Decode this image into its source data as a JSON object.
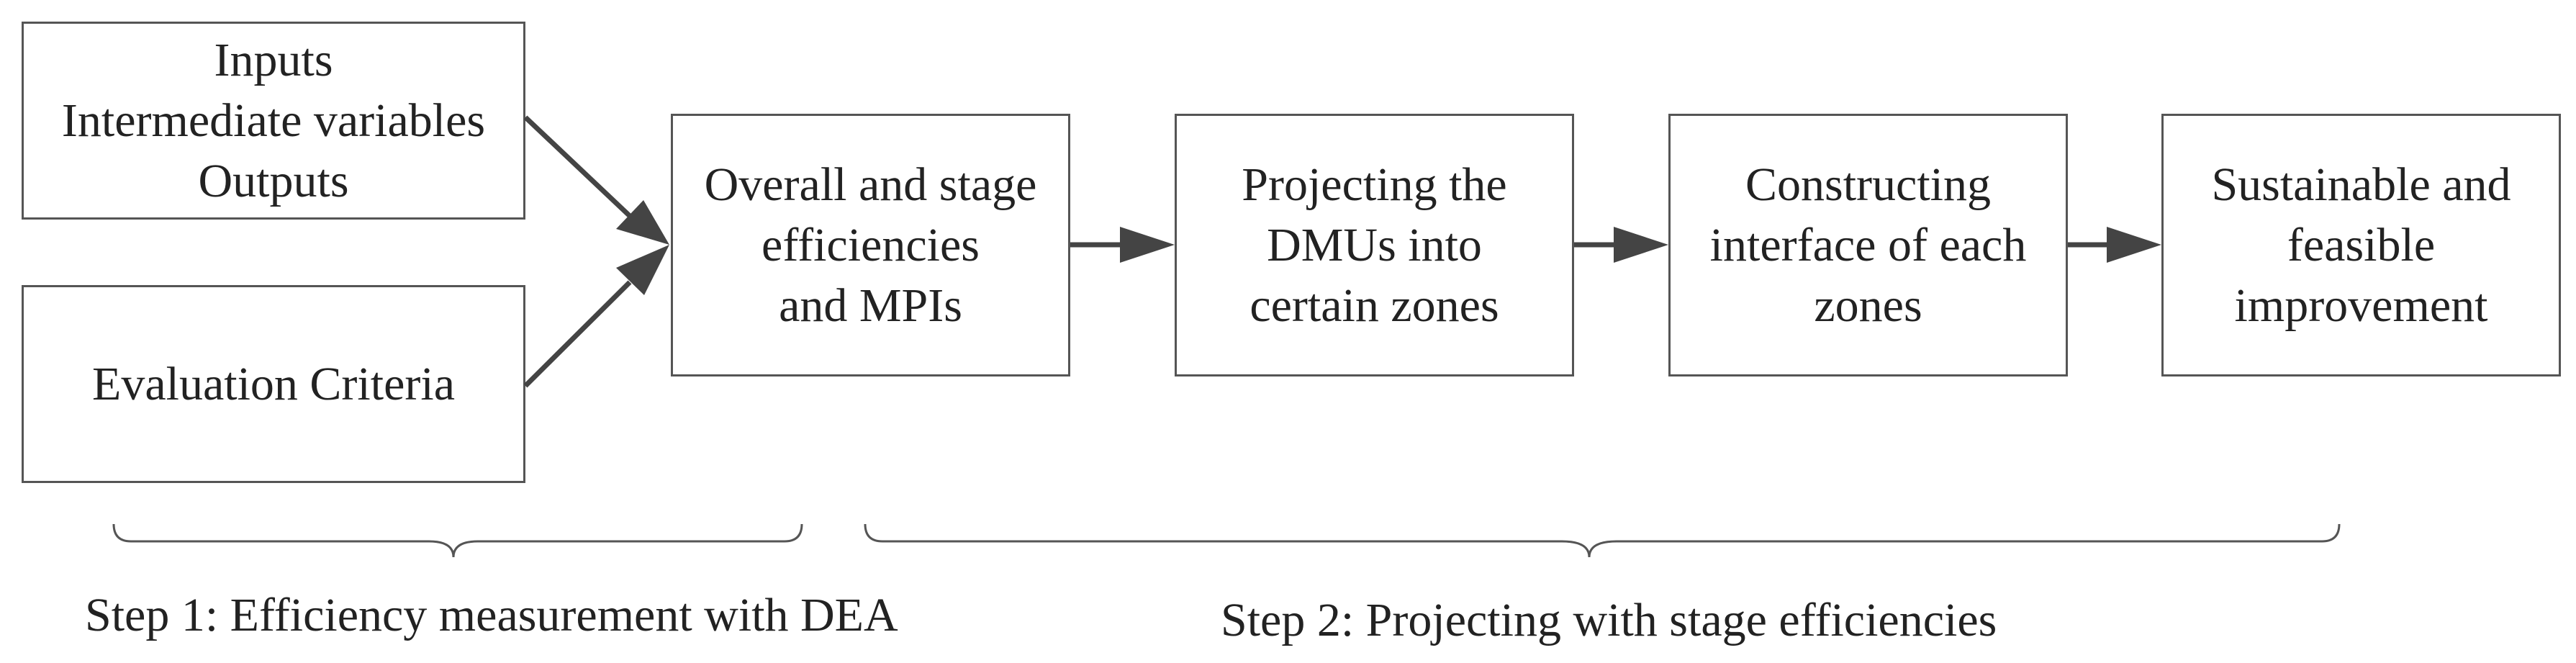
{
  "diagram": {
    "boxes": {
      "inputs": {
        "lines": [
          "Inputs",
          "Intermediate variables",
          "Outputs"
        ]
      },
      "evaluation": {
        "lines": [
          "Evaluation Criteria"
        ]
      },
      "efficiencies": {
        "lines": [
          "Overall and stage",
          "efficiencies",
          "and MPIs"
        ]
      },
      "projecting": {
        "lines": [
          "Projecting the",
          "DMUs into",
          "certain zones"
        ]
      },
      "constructing": {
        "lines": [
          "Constructing",
          "interface of each",
          "zones"
        ]
      },
      "sustainable": {
        "lines": [
          "Sustainable and",
          "feasible",
          "improvement"
        ]
      }
    },
    "steps": {
      "step1": "Step 1: Efficiency measurement with DEA",
      "step2": "Step 2: Projecting with stage efficiencies"
    }
  }
}
